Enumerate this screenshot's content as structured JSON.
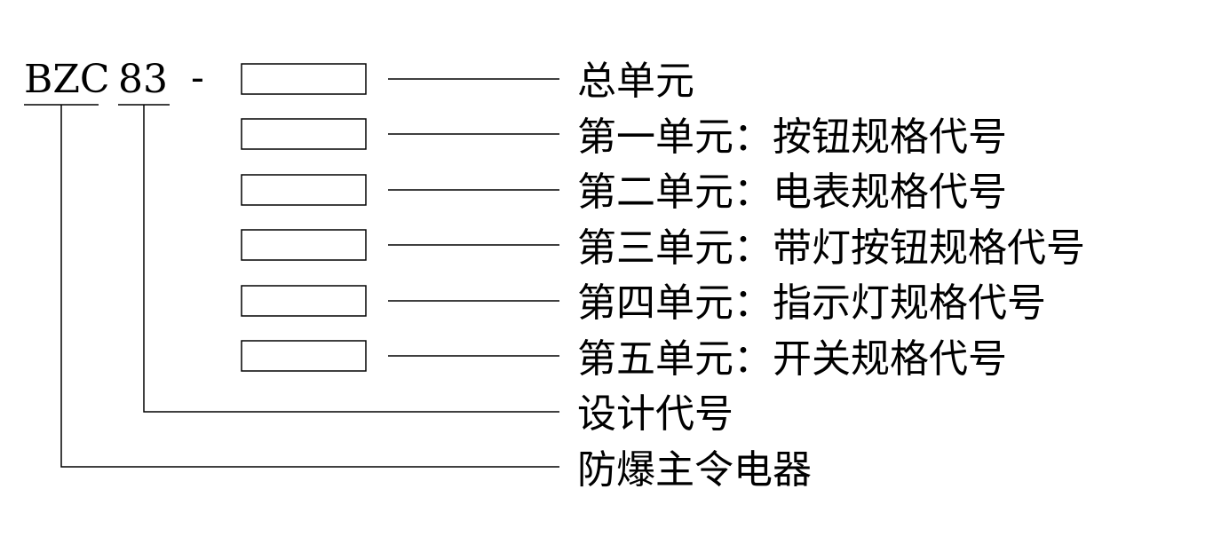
{
  "model_code": {
    "prefix": "BZC",
    "design": "83",
    "dash": "-"
  },
  "labels": {
    "total_unit": "总单元",
    "unit_1": "第一单元：按钮规格代号",
    "unit_2": "第二单元：电表规格代号",
    "unit_3": "第三单元：带灯按钮规格代号",
    "unit_4": "第四单元：指示灯规格代号",
    "unit_5": "第五单元：开关规格代号",
    "design_code": "设计代号",
    "product": "防爆主令电器"
  }
}
